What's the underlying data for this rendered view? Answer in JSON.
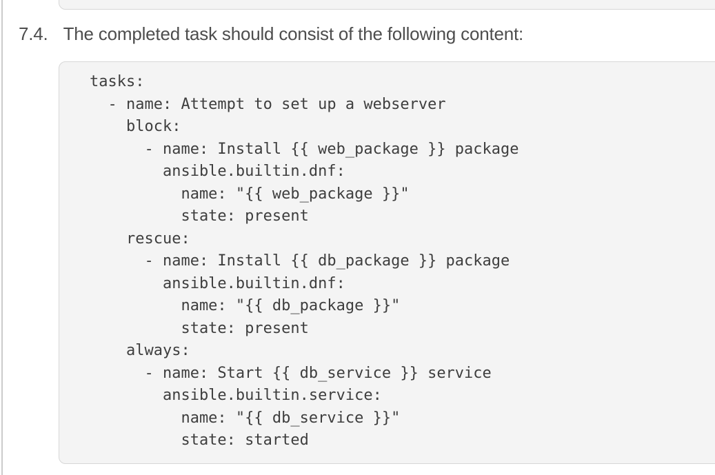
{
  "step": {
    "number": "7.4.",
    "heading": "The completed task should consist of the following content:"
  },
  "code_block": {
    "content": "tasks:\n  - name: Attempt to set up a webserver\n    block:\n      - name: Install {{ web_package }} package\n        ansible.builtin.dnf:\n          name: \"{{ web_package }}\"\n          state: present\n    rescue:\n      - name: Install {{ db_package }} package\n        ansible.builtin.dnf:\n          name: \"{{ db_package }}\"\n          state: present\n    always:\n      - name: Start {{ db_service }} service\n        ansible.builtin.service:\n          name: \"{{ db_service }}\"\n          state: started"
  },
  "palette": {
    "page_background": "#ffffff",
    "code_background": "#f4f4f4",
    "code_border": "#d7d7d7",
    "code_text": "#3e3e3e",
    "heading_text": "#4d4d4d",
    "edge_line": "#cbcbcb"
  }
}
